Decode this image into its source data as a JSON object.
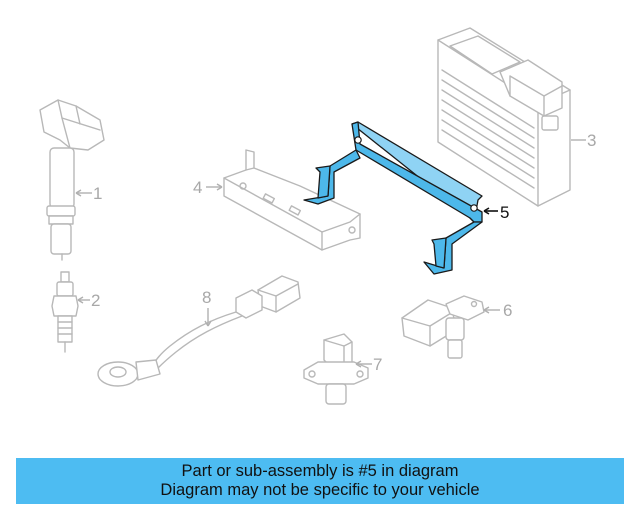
{
  "callouts": {
    "c1": "1",
    "c2": "2",
    "c3": "3",
    "c4": "4",
    "c5": "5",
    "c6": "6",
    "c7": "7",
    "c8": "8"
  },
  "highlight_color": "#4db8ea",
  "banner": {
    "background": "#4dbcf2",
    "line1": "Part or sub-assembly is #5 in diagram",
    "line2": "Diagram may not be specific to your vehicle"
  }
}
